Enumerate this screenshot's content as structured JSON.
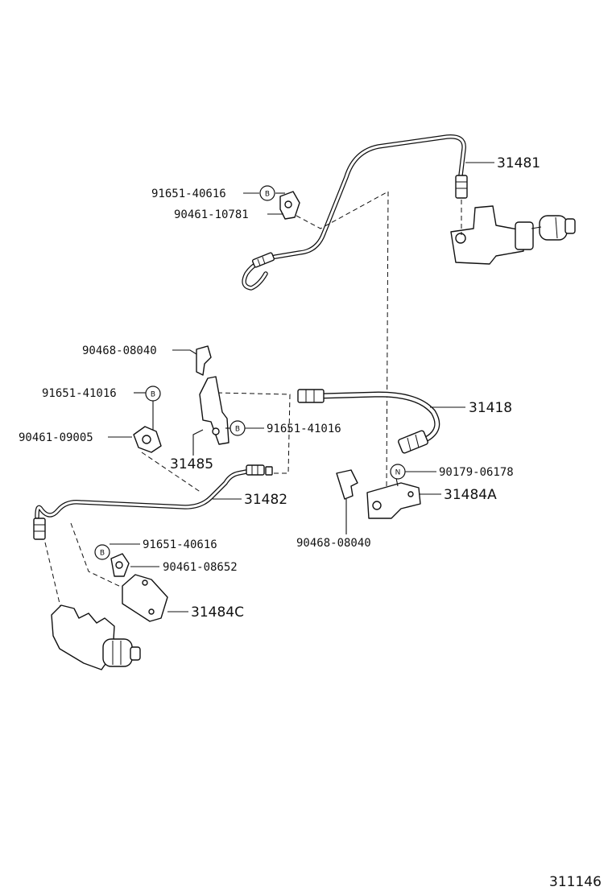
{
  "diagram": {
    "parts": {
      "p31481": "31481",
      "p91651_40616_top": "91651-40616",
      "p90461_10781": "90461-10781",
      "p90468_08040_top": "90468-08040",
      "p91651_41016_left": "91651-41016",
      "p90461_09005": "90461-09005",
      "p91651_41016_right": "91651-41016",
      "p31485": "31485",
      "p31418": "31418",
      "p90179_06178": "90179-06178",
      "p31484A": "31484A",
      "p31482": "31482",
      "p90468_08040_bottom": "90468-08040",
      "p91651_40616_bottom": "91651-40616",
      "p90461_08652": "90461-08652",
      "p31484C": "31484C"
    },
    "badges": {
      "bolt": "B",
      "nut": "N"
    },
    "figure_code": "311146"
  }
}
